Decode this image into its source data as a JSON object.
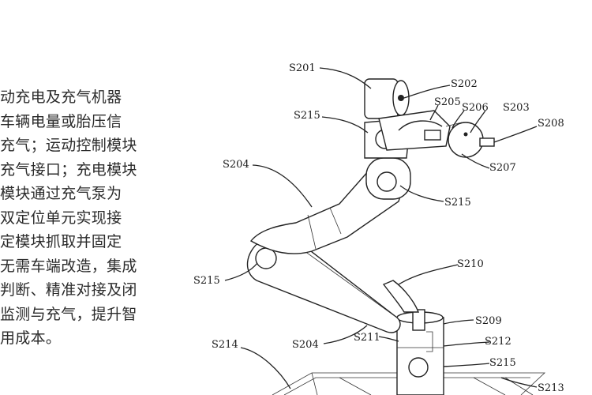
{
  "paragraph_lines": [
    "动充电及充气机器",
    "车辆电量或胎压信",
    "充气；运动控制模块",
    "充气接口；充电模块",
    "模块通过充气泵为",
    "双定位单元实现接",
    "定模块抓取并固定",
    "无需车端改造，集成",
    "判断、精准对接及闭",
    "监测与充气，提升智",
    "用成本。"
  ],
  "figure_labels": {
    "s201": "S201",
    "s202": "S202",
    "s203": "S203",
    "s204a": "S204",
    "s204b": "S204",
    "s205": "S205",
    "s206": "S206",
    "s207": "S207",
    "s208": "S208",
    "s209": "S209",
    "s210": "S210",
    "s211": "S211",
    "s212": "S212",
    "s213": "S213",
    "s214": "S214",
    "s215a": "S215",
    "s215b": "S215",
    "s215c": "S215",
    "s215d": "S215"
  }
}
